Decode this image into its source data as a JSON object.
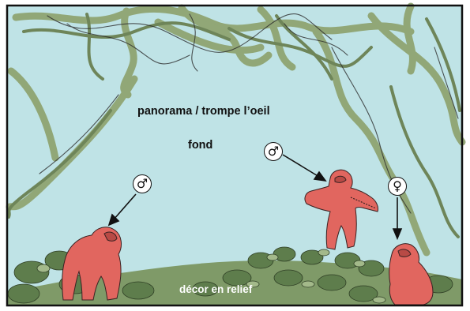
{
  "labels": {
    "panorama": "panorama / trompe l’oeil",
    "fond": "fond",
    "relief": "décor en relief"
  },
  "symbols": {
    "male": "♂",
    "female": "♀"
  },
  "colors": {
    "sky": "#bfe3e6",
    "vine": "#8fa472",
    "vine_dark": "#6e8559",
    "mound": "#7f9a68",
    "foliage": "#5e7d4c",
    "gorilla": "#e1665f",
    "gorilla_dark": "#b84a45",
    "frame": "#111111"
  }
}
